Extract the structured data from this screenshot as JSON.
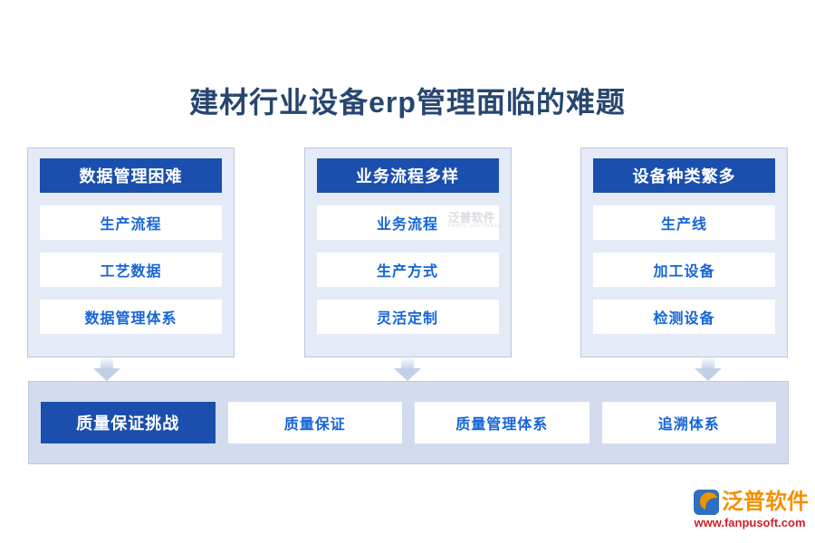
{
  "title": "建材行业设备erp管理面临的难题",
  "columns": [
    {
      "header": "数据管理困难",
      "items": [
        "生产流程",
        "工艺数据",
        "数据管理体系"
      ]
    },
    {
      "header": "业务流程多样",
      "items": [
        "业务流程",
        "生产方式",
        "灵活定制"
      ]
    },
    {
      "header": "设备种类繁多",
      "items": [
        "生产线",
        "加工设备",
        "检测设备"
      ]
    }
  ],
  "watermark": {
    "cn": "泛普软件",
    "en": "FANPU SOFTWARE"
  },
  "bottom_row": {
    "primary": "质量保证挑战",
    "items": [
      "质量保证",
      "质量管理体系",
      "追溯体系"
    ]
  },
  "arrows": {
    "icon": "arrow-down-icon",
    "count": 3
  },
  "brand": {
    "name": "泛普软件",
    "url": "www.fanpusoft.com",
    "mark_icon": "fanpu-logo-icon"
  },
  "colors": {
    "title": "#27466f",
    "header_blue": "#1a4fad",
    "item_text_blue": "#1565d8",
    "panel_bg": "#e5ebf6",
    "bottom_panel_bg": "#d3dcee",
    "panel_border": "#b9c8e2",
    "brand_orange": "#f29100",
    "brand_red": "#cf2026"
  }
}
